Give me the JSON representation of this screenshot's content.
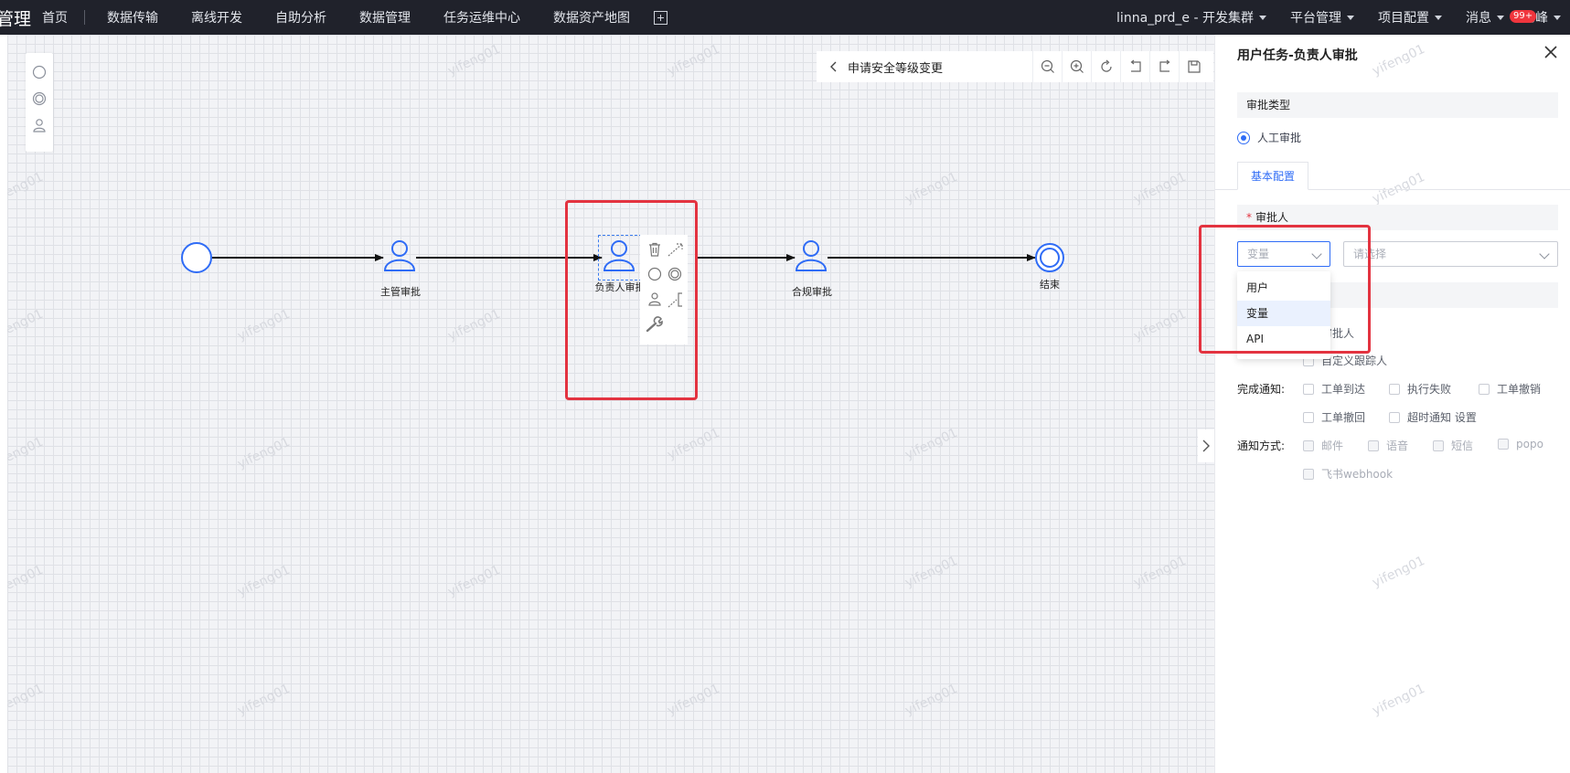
{
  "topbar": {
    "brand": "管理",
    "nav": [
      "首页",
      "数据传输",
      "离线开发",
      "自助分析",
      "数据管理",
      "任务运维中心",
      "数据资产地图"
    ],
    "cluster": "linna_prd_e - 开发集群",
    "platform": "平台管理",
    "project": "项目配置",
    "messages": "消息",
    "badge": "99+",
    "user": "乙峰"
  },
  "toolbar": {
    "title": "申请安全等级变更"
  },
  "flow": {
    "nodes": [
      "主管审批",
      "负责人审批",
      "合规审批",
      "结束"
    ]
  },
  "watermark": "yifeng01",
  "panel": {
    "title": "用户任务-负责人审批",
    "approval_type_section": "审批类型",
    "approval_type_option": "人工审批",
    "tab_basic": "基本配置",
    "approver_label": "审批人",
    "approver_type_value": "变量",
    "approver_placeholder": "请选择",
    "dropdown_options": [
      "用户",
      "变量",
      "API"
    ],
    "partial_approver": "审批人",
    "custom_follower": "自定义跟踪人",
    "completion_label": "完成通知:",
    "completion_opts": [
      "工单到达",
      "执行失败",
      "工单撤销",
      "工单撤回",
      "超时通知 设置"
    ],
    "notify_label": "通知方式:",
    "notify_opts": [
      "邮件",
      "语音",
      "短信",
      "popo",
      "飞书webhook"
    ]
  },
  "colors": {
    "accent": "#2f6cf6",
    "highlight": "#e33340",
    "topbar": "#20222b"
  }
}
